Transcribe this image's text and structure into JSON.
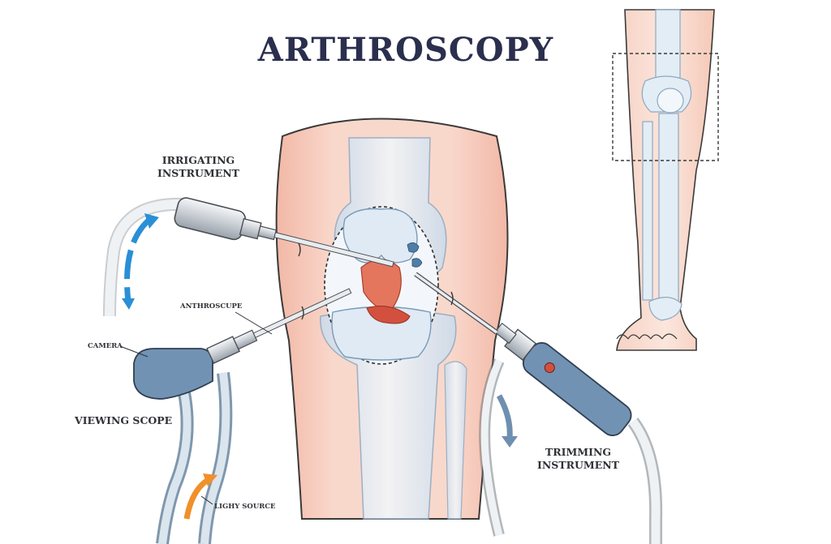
{
  "title": "ARTHROSCOPY",
  "labels": {
    "irrigating_instrument": "IRRIGATING\nINSTRUMENT",
    "anthroscupe": "ANTHROSCUPE",
    "camera": "CAMERA",
    "viewing_scope": "VIEWING SCOPE",
    "trimming_instrument": "TRIMMING\nINSTRUMENT",
    "light_source": "LIGHY SOURCE"
  },
  "colors": {
    "title": "#2b2f4e",
    "skin": "#f6cbbd",
    "bone": "#e3edf5",
    "bone_shade": "#a9c3de",
    "instrument": "#6f8fb0",
    "arrow_blue": "#2a8fd6",
    "arrow_orange": "#f0902a",
    "ligament": "#d2503e"
  }
}
